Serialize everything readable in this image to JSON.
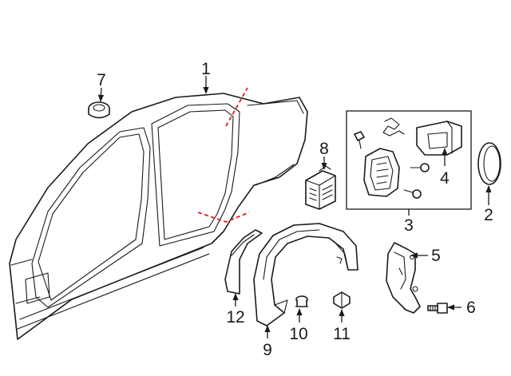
{
  "callouts": {
    "c1": "1",
    "c2": "2",
    "c3": "3",
    "c4": "4",
    "c5": "5",
    "c6": "6",
    "c7": "7",
    "c8": "8",
    "c9": "9",
    "c10": "10",
    "c11": "11",
    "c12": "12"
  },
  "colors": {
    "outline": "#1a1a1a",
    "cut_line": "#e02020",
    "background": "#ffffff"
  }
}
